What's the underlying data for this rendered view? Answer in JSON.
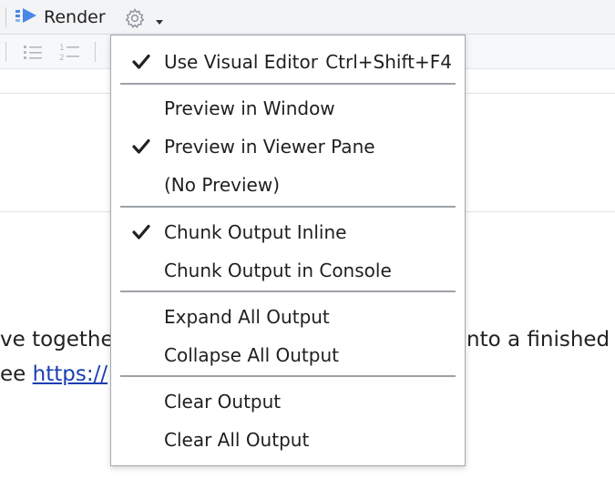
{
  "toolbar": {
    "render_label": "Render",
    "render_icon": "render-arrow-icon",
    "gear_icon": "gear-icon",
    "caret_icon": "caret-down-icon",
    "accent_color": "#4a86e8"
  },
  "toolbar2": {
    "bullet_list_icon": "bulleted-list-icon",
    "numbered_list_icon": "numbered-list-icon"
  },
  "document": {
    "line1_left": "ve togethe",
    "line1_right": "nto a finished",
    "line2_prefix": "ee ",
    "line2_link": "https://"
  },
  "menu": {
    "items": [
      {
        "label": "Use Visual Editor",
        "shortcut": "Ctrl+Shift+F4",
        "checked": true
      },
      {
        "label": "Preview in Window",
        "shortcut": "",
        "checked": false
      },
      {
        "label": "Preview in Viewer Pane",
        "shortcut": "",
        "checked": true
      },
      {
        "label": "(No Preview)",
        "shortcut": "",
        "checked": false
      },
      {
        "label": "Chunk Output Inline",
        "shortcut": "",
        "checked": true
      },
      {
        "label": "Chunk Output in Console",
        "shortcut": "",
        "checked": false
      },
      {
        "label": "Expand All Output",
        "shortcut": "",
        "checked": false
      },
      {
        "label": "Collapse All Output",
        "shortcut": "",
        "checked": false
      },
      {
        "label": "Clear Output",
        "shortcut": "",
        "checked": false
      },
      {
        "label": "Clear All Output",
        "shortcut": "",
        "checked": false
      }
    ],
    "check_icon": "checkmark-icon"
  }
}
